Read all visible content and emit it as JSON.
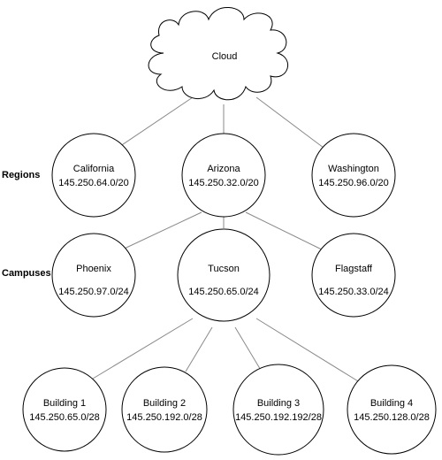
{
  "cloud": {
    "label": "Cloud"
  },
  "rows": {
    "regions": "Regions",
    "campuses": "Campuses"
  },
  "regions": [
    {
      "name": "California",
      "subnet": "145.250.64.0/20"
    },
    {
      "name": "Arizona",
      "subnet": "145.250.32.0/20"
    },
    {
      "name": "Washington",
      "subnet": "145.250.96.0/20"
    }
  ],
  "campuses": [
    {
      "name": "Phoenix",
      "subnet": "145.250.97.0/24"
    },
    {
      "name": "Tucson",
      "subnet": "145.250.65.0/24"
    },
    {
      "name": "Flagstaff",
      "subnet": "145.250.33.0/24"
    }
  ],
  "buildings": [
    {
      "name": "Building 1",
      "subnet": "145.250.65.0/28"
    },
    {
      "name": "Building 2",
      "subnet": "145.250.192.0/28"
    },
    {
      "name": "Building 3",
      "subnet": "145.250.192.192/28"
    },
    {
      "name": "Building 4",
      "subnet": "145.250.128.0/28"
    }
  ]
}
